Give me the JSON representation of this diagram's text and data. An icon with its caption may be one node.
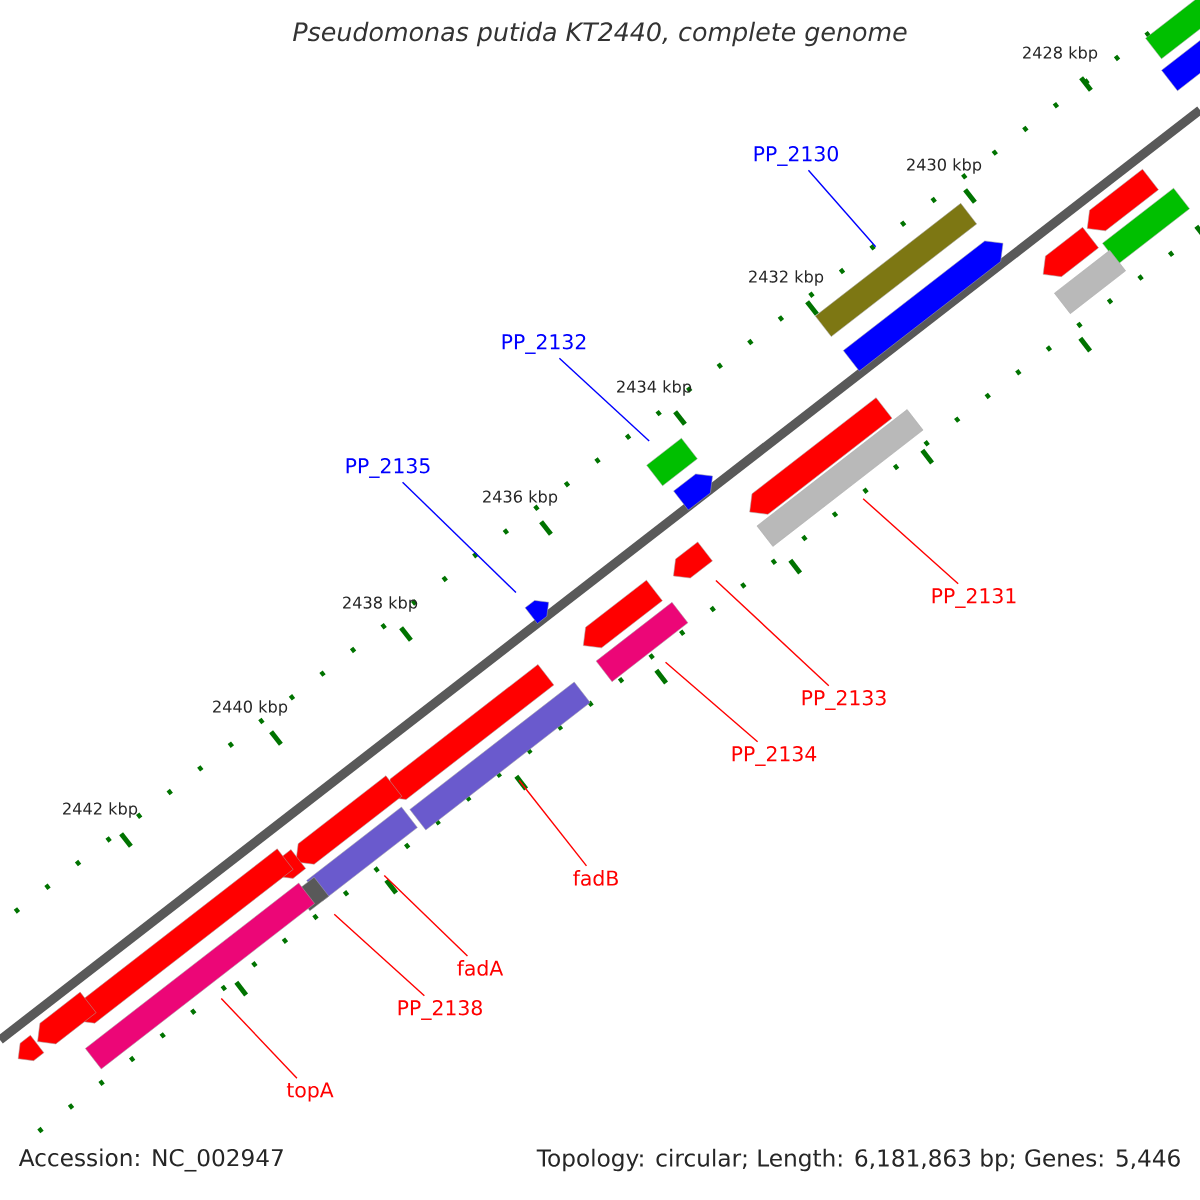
{
  "diagram": {
    "title": "Pseudomonas putida KT2440, complete genome",
    "nodes": [
      {
        "text": [
          "PP_2130"
        ]
      },
      {
        "text": [],
        "shape": "bar"
      },
      {
        "text": [
          "PP_2132"
        ]
      },
      {
        "text": [],
        "shape": "bar"
      },
      {
        "text": [
          "PP_2135"
        ]
      },
      {
        "text": [],
        "shape": "arrow"
      },
      {
        "text": [
          "PP_2131"
        ]
      },
      {
        "text": [],
        "shape": "bar"
      },
      {
        "text": [
          "PP_2133"
        ]
      },
      {
        "text": [],
        "shape": "arrow"
      },
      {
        "text": [
          "PP_2134"
        ]
      },
      {
        "text": [],
        "shape": "bar"
      },
      {
        "text": [
          "fadB"
        ]
      },
      {
        "text": [],
        "shape": "bar"
      },
      {
        "text": [
          "fadA"
        ]
      },
      {
        "text": [],
        "shape": "bar"
      },
      {
        "text": [
          "PP_2138"
        ]
      },
      {
        "text": [],
        "shape": "bar"
      },
      {
        "text": [
          "topA"
        ]
      },
      {
        "text": [],
        "shape": "bar"
      },
      {
        "text": [],
        "shape": "arrow"
      },
      {
        "text": [],
        "shape": "arrow"
      },
      {
        "text": [],
        "shape": "arrow"
      },
      {
        "text": [],
        "shape": "arrow"
      },
      {
        "text": [],
        "shape": "arrow"
      },
      {
        "text": [],
        "shape": "arrow"
      },
      {
        "text": [],
        "shape": "bar"
      },
      {
        "text": [],
        "shape": "bar"
      },
      {
        "text": [],
        "shape": "arrow"
      },
      {
        "text": [],
        "shape": "arrow"
      },
      {
        "text": [],
        "shape": "arrow"
      },
      {
        "text": [],
        "shape": "arrow"
      },
      {
        "text": [],
        "shape": "arrow"
      },
      {
        "text": [],
        "shape": "arrow"
      },
      {
        "text": [],
        "shape": "arrow"
      },
      {
        "text": [],
        "shape": "arrow"
      }
    ],
    "edges": [
      {
        "from": 0,
        "to": 1,
        "arrow": "none",
        "color": "#0000ff"
      },
      {
        "from": 2,
        "to": 3,
        "arrow": "none",
        "color": "#0000ff"
      },
      {
        "from": 4,
        "to": 5,
        "arrow": "none",
        "color": "#0000ff"
      },
      {
        "from": 6,
        "to": 7,
        "arrow": "none"
      },
      {
        "from": 8,
        "to": 9,
        "arrow": "none"
      },
      {
        "from": 10,
        "to": 11,
        "arrow": "none"
      },
      {
        "from": 12,
        "to": 13,
        "arrow": "none"
      },
      {
        "from": 14,
        "to": 15,
        "arrow": "none"
      },
      {
        "from": 16,
        "to": 17,
        "arrow": "none"
      },
      {
        "from": 18,
        "to": 19,
        "arrow": "none"
      }
    ],
    "labels": [
      "2428 kbp",
      "2430 kbp",
      "2432 kbp",
      "2434 kbp",
      "2436 kbp",
      "2438 kbp",
      "2440 kbp",
      "2442 kbp",
      "Accession: NC_002947",
      "Topology: circular; Length: 6,181,863 bp; Genes: 5,446"
    ]
  }
}
